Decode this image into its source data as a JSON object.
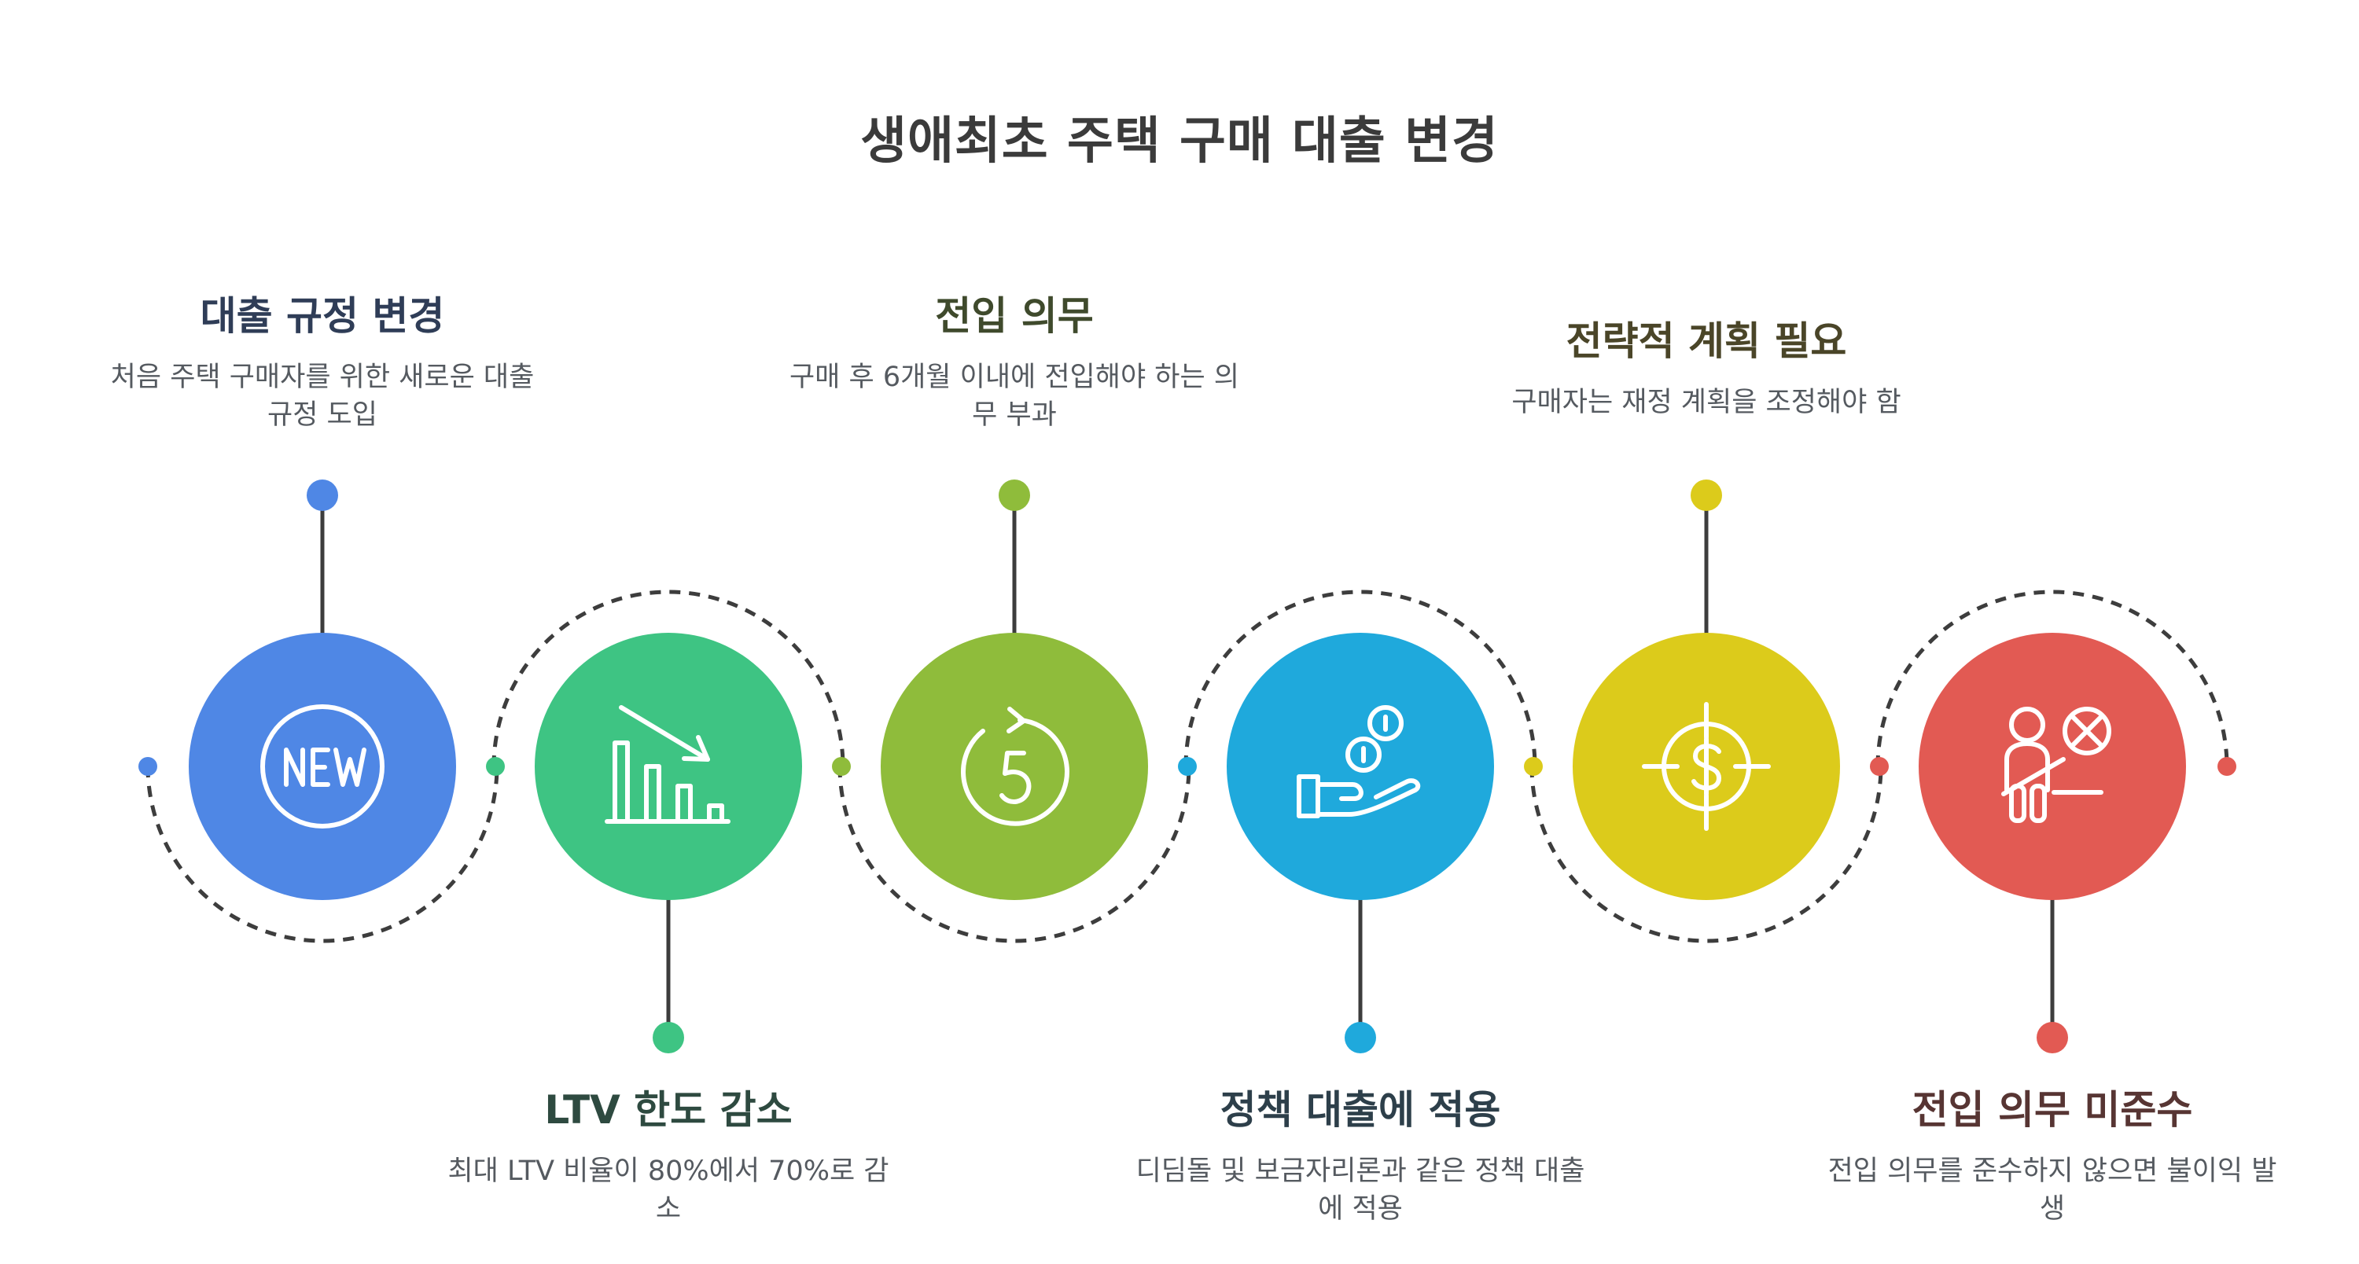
{
  "title": "생애최초 주택 구매 대출 변경",
  "steps": [
    {
      "title": "대출 규정 변경",
      "description": "처음 주택 구매자를 위한 새로운 대출 규정 도입",
      "icon": "new-badge-icon",
      "color": "#4f87e5",
      "title_color": "#2f3d57"
    },
    {
      "title": "LTV 한도 감소",
      "description": "최대 LTV 비율이 80%에서 70%로 감소",
      "icon": "declining-bar-chart-icon",
      "color": "#3ec483",
      "title_color": "#2e4a40"
    },
    {
      "title": "전입 의무",
      "description": "구매 후 6개월 이내에 전입해야 하는 의무 부과",
      "icon": "countdown-five-icon",
      "color": "#8fbc3b",
      "title_color": "#3f4a2c"
    },
    {
      "title": "정책 대출에 적용",
      "description": "디딤돌 및 보금자리론과 같은 정책 대출에 적용",
      "icon": "hand-coins-icon",
      "color": "#1fa9dc",
      "title_color": "#2d3f4a"
    },
    {
      "title": "전략적 계획 필요",
      "description": "구매자는 재정 계획을 조정해야 함",
      "icon": "dollar-target-icon",
      "color": "#dccb1b",
      "title_color": "#4a4528"
    },
    {
      "title": "전입 의무 미준수",
      "description": "전입 의무를 준수하지 않으면 불이익 발생",
      "icon": "person-prohibited-icon",
      "color": "#e25a53",
      "title_color": "#573533"
    }
  ]
}
